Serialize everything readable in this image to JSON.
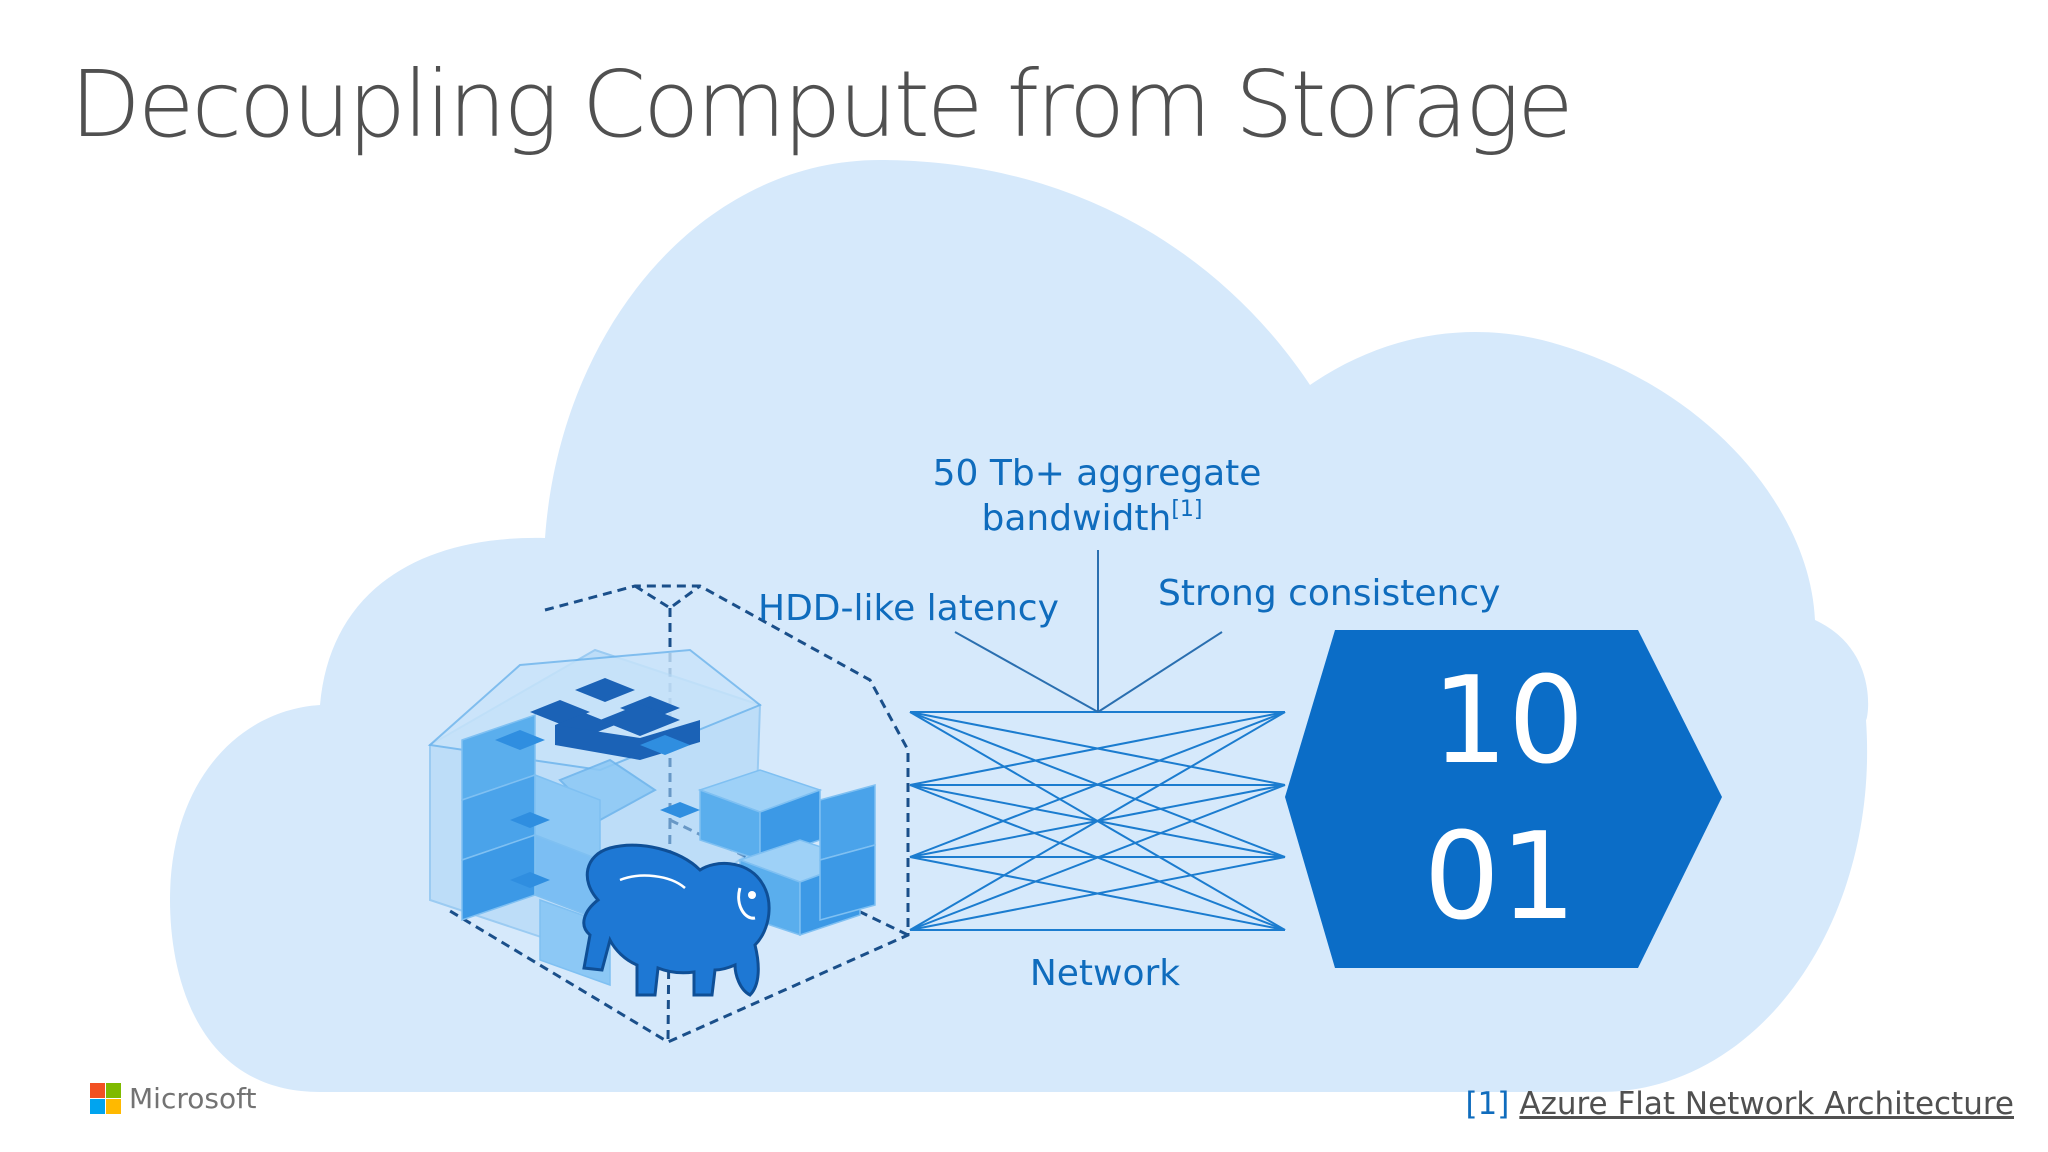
{
  "slide": {
    "title": "Decoupling Compute from Storage"
  },
  "diagram": {
    "labels": {
      "bandwidth_line1": "50 Tb+ aggregate",
      "bandwidth_line2": "bandwidth",
      "bandwidth_ref": "[1]",
      "latency": "HDD-like latency",
      "consistency": "Strong consistency",
      "network": "Network"
    },
    "storage_hexagon": {
      "line1": "10",
      "line2": "01"
    },
    "icons": {
      "compute": "hadoop-elephant-cube-cluster-icon",
      "storage": "binary-storage-hexagon-icon",
      "background": "cloud-shape"
    },
    "colors": {
      "cloud": "#d6e9fb",
      "accent": "#0f6cbd",
      "hexagon": "#0b6dc7",
      "cube_light": "#8cc8f5",
      "cube_mid": "#5aaeed",
      "cube_dark": "#2f8ee0"
    }
  },
  "footer": {
    "logo_text": "Microsoft",
    "ref": "[1]",
    "link_text": "Azure Flat Network Architecture",
    "logo_colors": [
      "#f25022",
      "#7fba00",
      "#00a4ef",
      "#ffb900"
    ]
  }
}
